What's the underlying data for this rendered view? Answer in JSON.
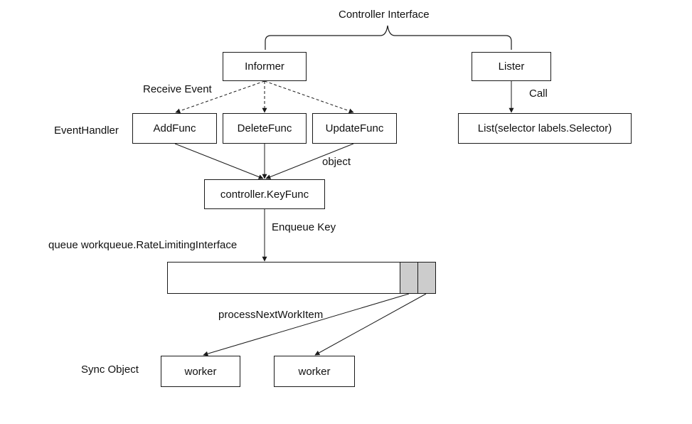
{
  "title": "Controller Interface",
  "nodes": {
    "informer": "Informer",
    "lister": "Lister",
    "list_selector": "List(selector labels.Selector)",
    "add_func": "AddFunc",
    "delete_func": "DeleteFunc",
    "update_func": "UpdateFunc",
    "key_func": "controller.KeyFunc",
    "worker_1": "worker",
    "worker_2": "worker"
  },
  "labels": {
    "receive_event": "Receive Event",
    "call": "Call",
    "event_handler": "EventHandler",
    "object": "object",
    "enqueue_key": "Enqueue Key",
    "queue": "queue workqueue.RateLimitingInterface",
    "process_next": "processNextWorkItem",
    "sync_object": "Sync Object"
  },
  "queue": {
    "filled_slots": 2
  }
}
